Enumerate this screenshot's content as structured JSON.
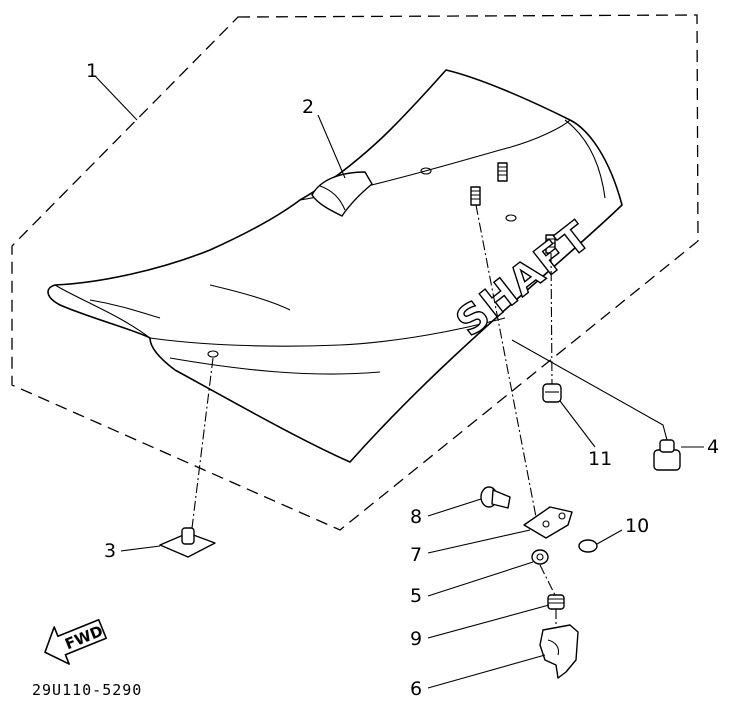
{
  "seat_logo_text": "SHAFT",
  "fwd_label": "FWD",
  "drawing_code": "29U110-5290",
  "callouts": {
    "c1": "1",
    "c2": "2",
    "c3": "3",
    "c4": "4",
    "c5": "5",
    "c6": "6",
    "c7": "7",
    "c8": "8",
    "c9": "9",
    "c10": "10",
    "c11": "11"
  }
}
